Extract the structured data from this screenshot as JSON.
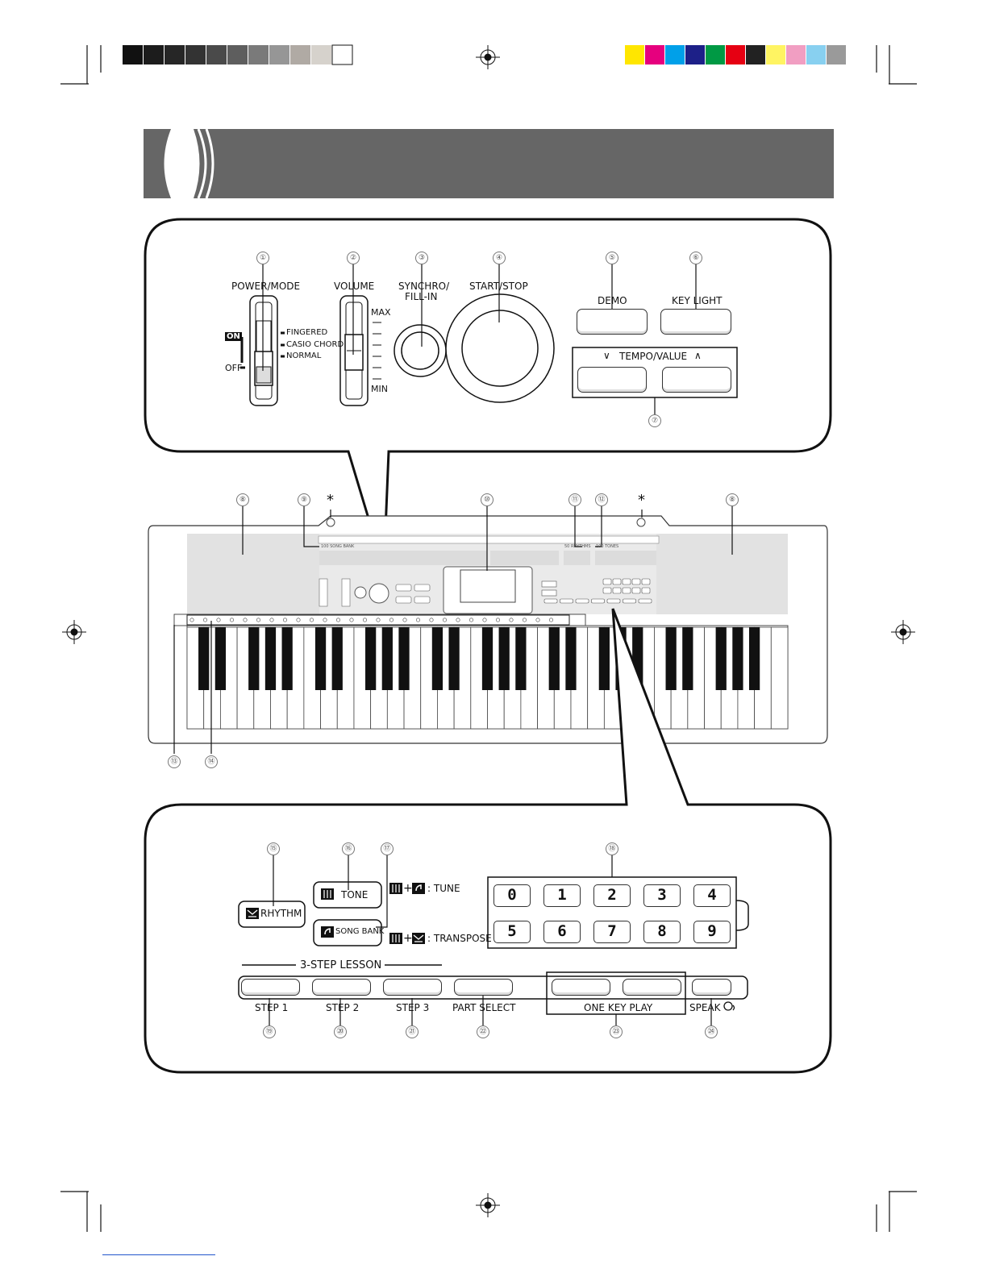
{
  "top_panel": {
    "power_mode": {
      "label": "POWER/MODE",
      "on": "ON",
      "off": "OFF",
      "fingered": "FINGERED",
      "casio_chord": "CASIO CHORD",
      "normal": "NORMAL"
    },
    "volume": {
      "label": "VOLUME",
      "max": "MAX",
      "min": "MIN"
    },
    "synchro": {
      "label_line1": "SYNCHRO/",
      "label_line2": "FILL-IN"
    },
    "start_stop": {
      "label": "START/STOP"
    },
    "demo": {
      "label": "DEMO"
    },
    "key_light": {
      "label": "KEY LIGHT"
    },
    "tempo_value": {
      "label": "TEMPO/VALUE",
      "down_glyph": "∨",
      "up_glyph": "∧"
    }
  },
  "callouts": [
    "①",
    "②",
    "③",
    "④",
    "⑤",
    "⑥",
    "⑦",
    "⑧",
    "⑨",
    "⑩",
    "⑪",
    "⑫",
    "⑬",
    "⑭",
    "⑮",
    "⑯",
    "⑰",
    "⑱",
    "⑲",
    "⑳",
    "㉑",
    "㉒",
    "㉓",
    "㉔"
  ],
  "asterisk": "*",
  "keyboard": {
    "song_bank_strip": "100 SONG BANK",
    "rhythms_strip": "50 RHYTHMS",
    "tones_strip": "100 TONES"
  },
  "bottom_panel": {
    "rhythm": "RHYTHM",
    "tone": "TONE",
    "song_bank": "SONG BANK",
    "tune": ": TUNE",
    "transpose": ": TRANSPOSE",
    "plus": "+",
    "digits": [
      "0",
      "1",
      "2",
      "3",
      "4",
      "5",
      "6",
      "7",
      "8",
      "9"
    ],
    "lesson_header": "3-STEP LESSON",
    "step1": "STEP 1",
    "step2": "STEP 2",
    "step3": "STEP 3",
    "part_select": "PART SELECT",
    "one_key_play": "ONE KEY PLAY",
    "speak": "SPEAK"
  }
}
